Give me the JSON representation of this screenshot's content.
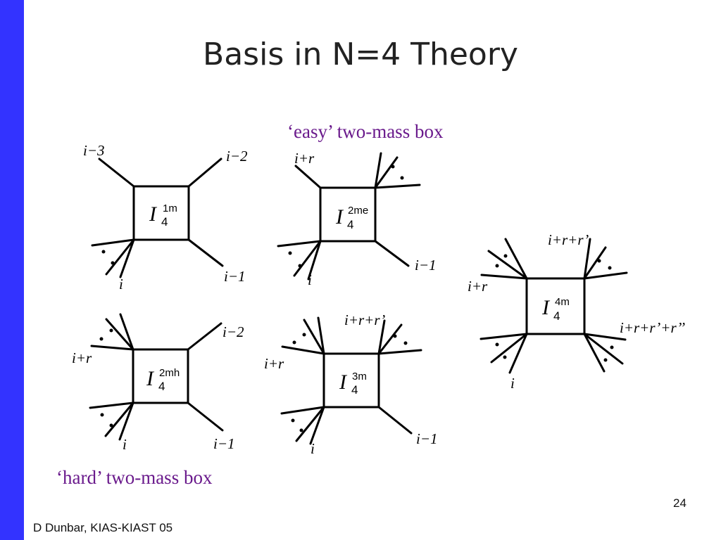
{
  "slide": {
    "title": "Basis in N=4 Theory",
    "footer": "D Dunbar, KIAS-KIAST 05",
    "page_number": "24"
  },
  "captions": {
    "easy": "‘easy’ two-mass box",
    "hard": "‘hard’ two-mass box"
  },
  "colors": {
    "sidebar": "#3333ff",
    "caption": "#6a1a8c",
    "title": "#222222",
    "ink": "#000000"
  },
  "boxes": {
    "one_mass": {
      "symbol": "I",
      "sub": "4",
      "sup": "1m",
      "labels": {
        "top_left": "i−3",
        "top_right": "i−2",
        "bottom_left": "i",
        "bottom_right": "i−1"
      }
    },
    "two_mass_easy": {
      "symbol": "I",
      "sub": "4",
      "sup": "2me",
      "labels": {
        "top_left": "i+r",
        "bottom_left": "i",
        "bottom_right": "i−1"
      }
    },
    "two_mass_hard": {
      "symbol": "I",
      "sub": "4",
      "sup": "2mh",
      "labels": {
        "top_right": "i−2",
        "left": "i+r",
        "bottom_left": "i",
        "bottom_right": "i−1"
      }
    },
    "three_mass": {
      "symbol": "I",
      "sub": "4",
      "sup": "3m",
      "labels": {
        "top_right": "i+r+r’",
        "left": "i+r",
        "bottom_left": "i",
        "bottom_right": "i−1"
      }
    },
    "four_mass": {
      "symbol": "I",
      "sub": "4",
      "sup": "4m",
      "labels": {
        "top_right": "i+r+r’",
        "left": "i+r",
        "right": "i+r+r’+r’’",
        "bottom_left": "i"
      }
    }
  }
}
